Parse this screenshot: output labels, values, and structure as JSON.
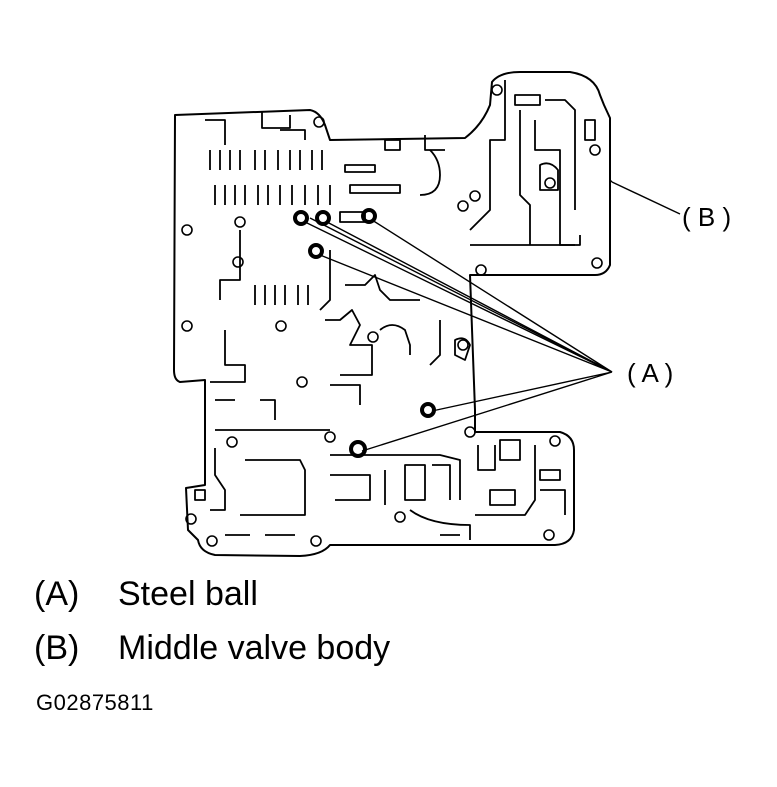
{
  "diagram": {
    "callouts": {
      "a": "( A )",
      "b": "( B )"
    }
  },
  "legend": [
    {
      "key": "(A)",
      "text": "Steel ball"
    },
    {
      "key": "(B)",
      "text": "Middle valve body"
    }
  ],
  "figure_code": "G02875811"
}
